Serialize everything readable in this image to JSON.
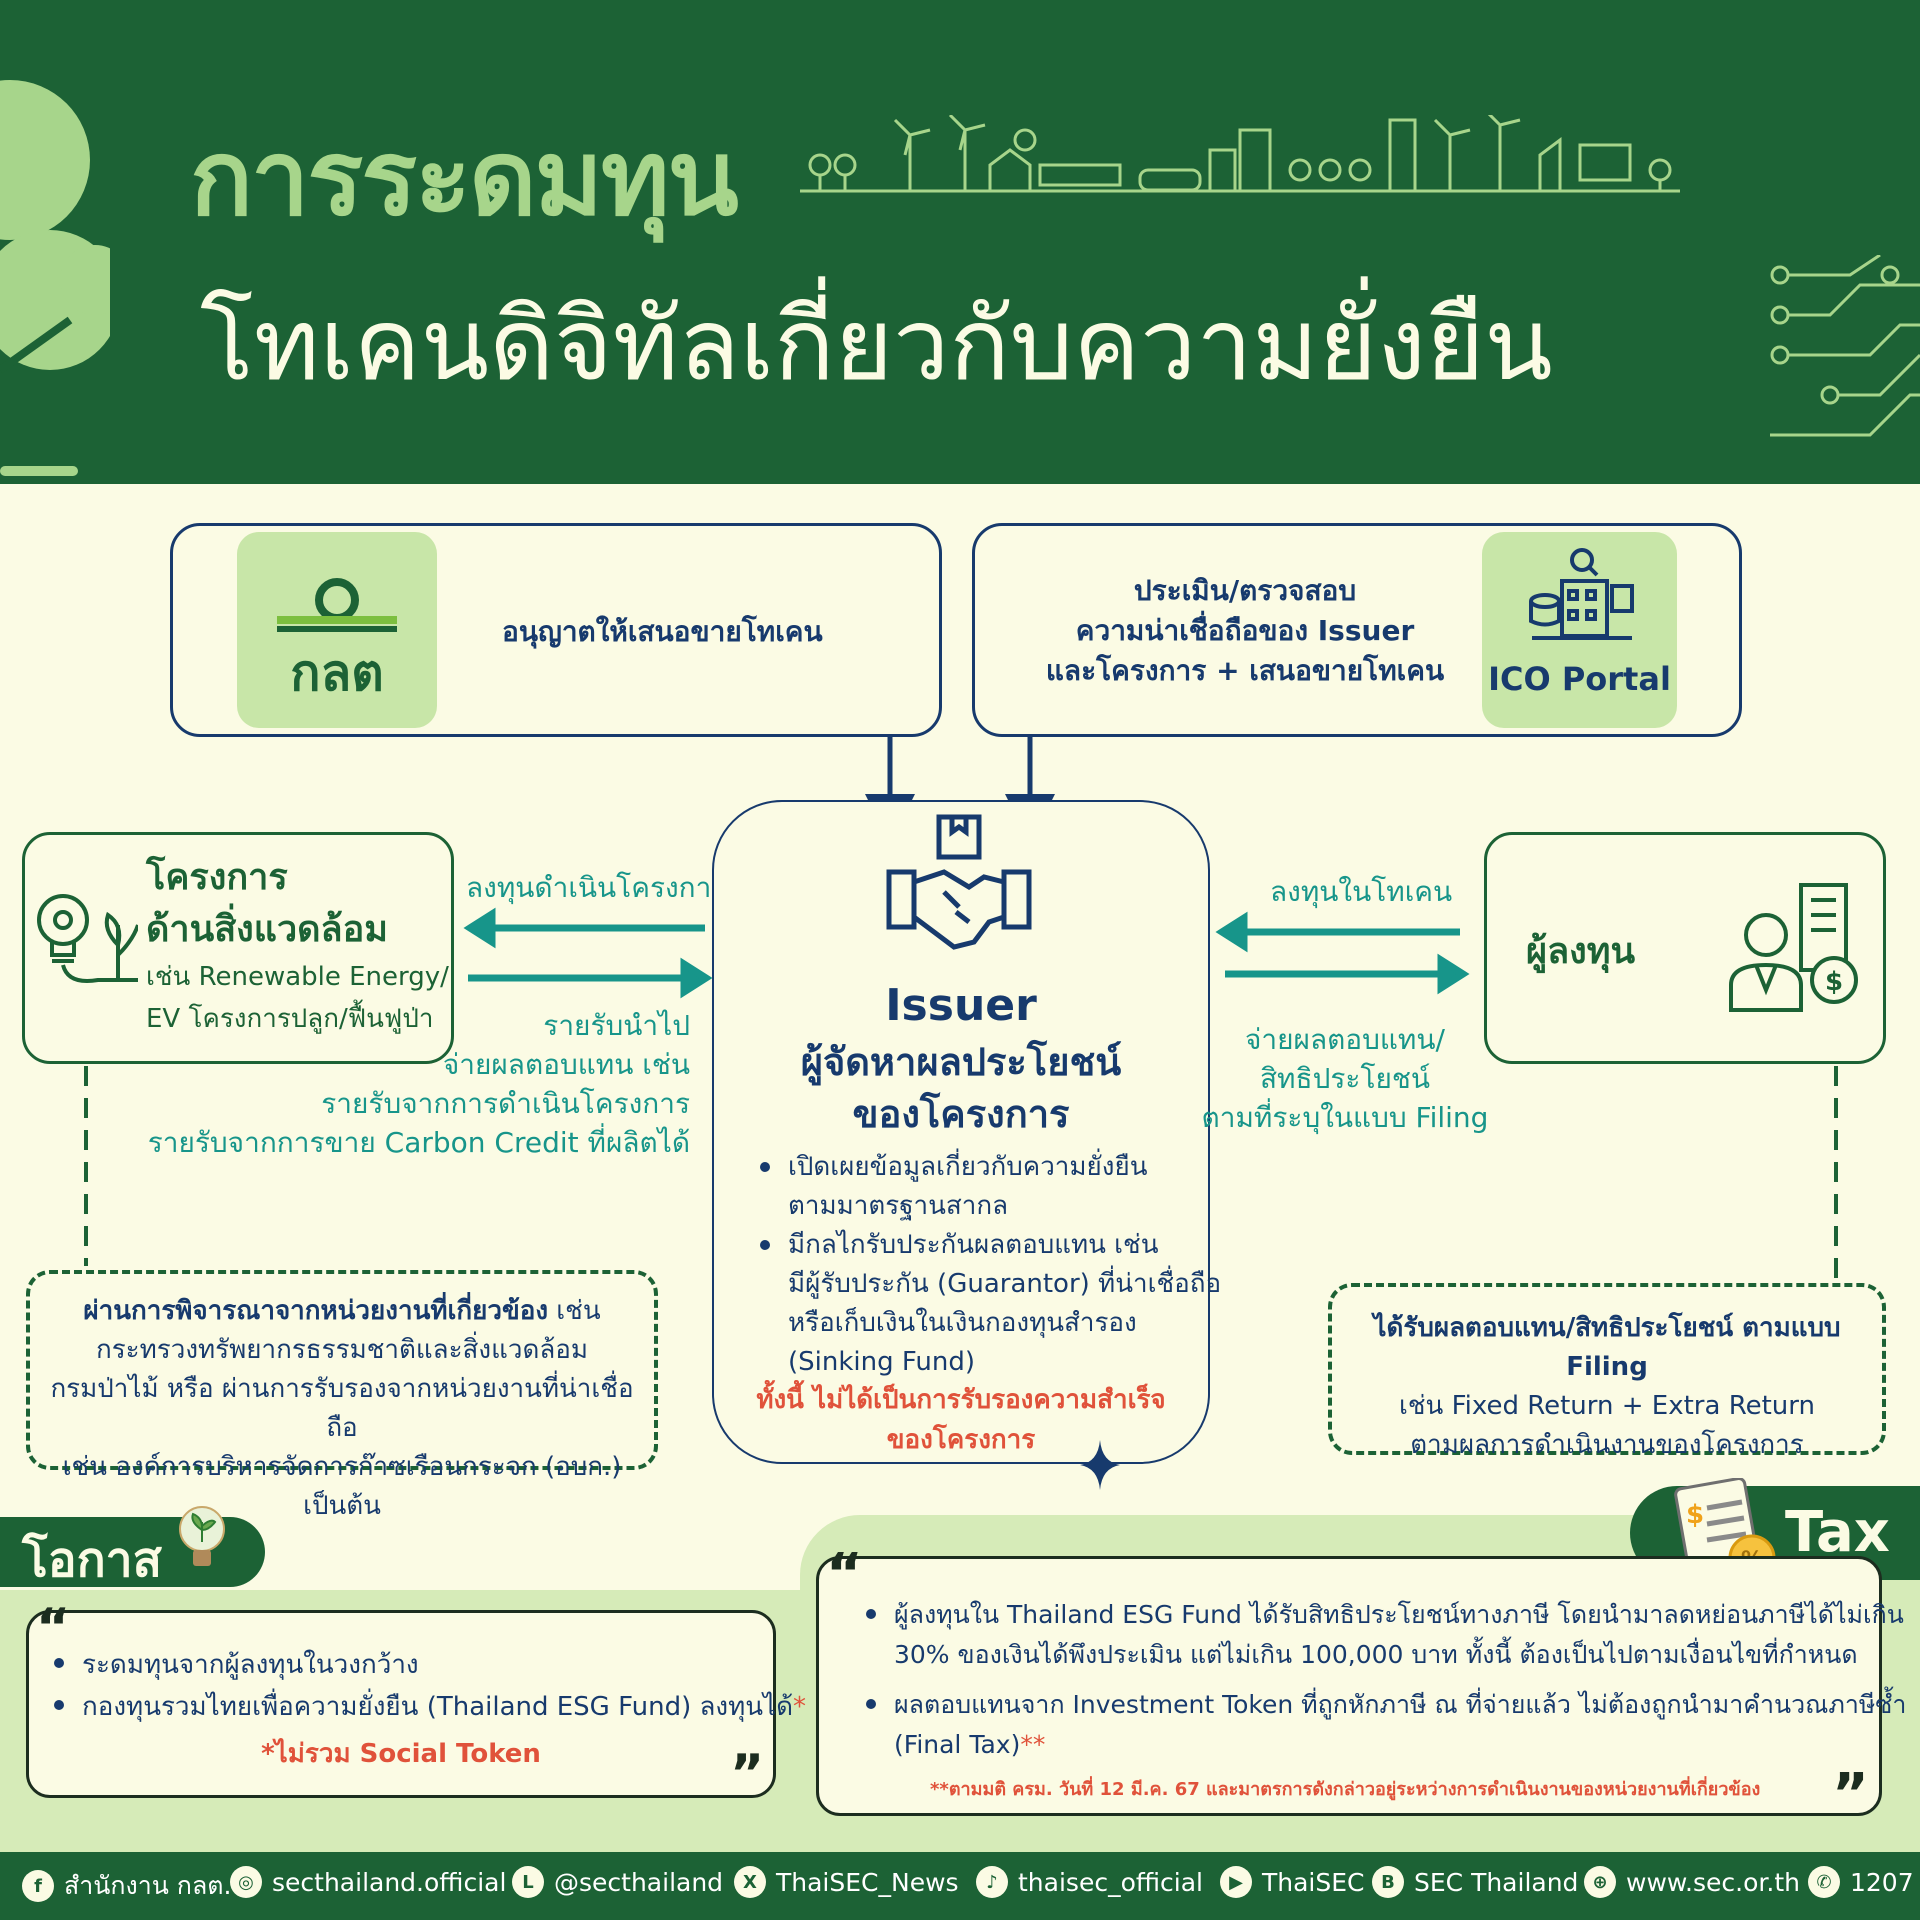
{
  "header": {
    "title_line1": "การระดมทุน",
    "title_line2": "โทเคนดิจิทัลเกี่ยวกับความยั่งยืน"
  },
  "sec": {
    "logo_text": "กลต",
    "label": "อนุญาตให้เสนอขายโทเคน"
  },
  "ico": {
    "label_lines": [
      "ประเมิน/ตรวจสอบ",
      "ความน่าเชื่อถือของ Issuer",
      "และโครงการ + เสนอขายโทเคน"
    ],
    "portal_label": "ICO Portal"
  },
  "project": {
    "title_lines": [
      "โครงการ",
      "ด้านสิ่งแวดล้อม"
    ],
    "desc_lines": [
      "เช่น Renewable Energy/",
      "EV โครงการปลูก/ฟื้นฟูป่า"
    ]
  },
  "flow_left": {
    "invest_label": "ลงทุนดำเนินโครงการ",
    "return_lines": [
      "รายรับนำไป",
      "จ่ายผลตอบแทน  เช่น",
      "รายรับจากการดำเนินโครงการ",
      "รายรับจากการขาย Carbon Credit ที่ผลิตได้"
    ]
  },
  "issuer": {
    "title": "Issuer",
    "subtitle_lines": [
      "ผู้จัดหาผลประโยชน์",
      "ของโครงการ"
    ],
    "bullets": [
      [
        "เปิดเผยข้อมูลเกี่ยวกับความยั่งยืน",
        "ตามมาตรฐานสากล"
      ],
      [
        "มีกลไกรับประกันผลตอบแทน เช่น",
        "มีผู้รับประกัน (Guarantor) ที่น่าเชื่อถือ",
        "หรือเก็บเงินในเงินกองทุนสำรอง",
        "(Sinking Fund)"
      ]
    ],
    "warning_lines": [
      "ทั้งนี้ ไม่ได้เป็นการรับรองความสำเร็จ",
      "ของโครงการ"
    ]
  },
  "flow_right": {
    "invest_label": "ลงทุนในโทเคน",
    "return_lines": [
      "จ่ายผลตอบแทน/",
      "สิทธิประโยชน์",
      "ตามที่ระบุในแบบ Filing"
    ]
  },
  "investor": {
    "label": "ผู้ลงทุน"
  },
  "left_note": {
    "bold": "ผ่านการพิจารณาจากหน่วยงานที่เกี่ยวข้อง",
    "after_bold": " เช่น",
    "lines": [
      "กระทรวงทรัพยากรธรรมชาติและสิ่งแวดล้อม",
      "กรมป่าไม้ หรือ ผ่านการรับรองจากหน่วยงานที่น่าเชื่อถือ",
      "เช่น องค์การบริหารจัดการก๊าซเรือนกระจก (อบก.) เป็นต้น"
    ]
  },
  "right_note": {
    "bold": "ได้รับผลตอบแทน/สิทธิประโยชน์ ตามแบบ Filing",
    "lines": [
      "เช่น Fixed Return + Extra Return",
      "ตามผลการดำเนินงานของโครงการ"
    ]
  },
  "opportunity": {
    "tab_label": "โอกาส",
    "open_quote": "“",
    "close_quote": "”",
    "bullets": [
      "ระดมทุนจากผู้ลงทุนในวงกว้าง",
      "กองทุนรวมไทยเพื่อความยั่งยืน (Thailand ESG Fund) ลงทุนได้"
    ],
    "bullet2_mark": "*",
    "footnote": "*ไม่รวม Social Token"
  },
  "tax": {
    "tab_label": "Tax",
    "open_quote": "“",
    "close_quote": "”",
    "bullet1_lines": [
      "ผู้ลงทุนใน Thailand ESG Fund ได้รับสิทธิประโยชน์ทางภาษี โดยนำมาลดหย่อนภาษีได้ไม่เกิน",
      "30% ของเงินได้พึงประเมิน แต่ไม่เกิน 100,000 บาท ทั้งนี้ ต้องเป็นไปตามเงื่อนไขที่กำหนด"
    ],
    "bullet2_lines": [
      "ผลตอบแทนจาก Investment Token ที่ถูกหักภาษี ณ ที่จ่ายแล้ว ไม่ต้องถูกนำมาคำนวณภาษีซ้ำ",
      "(Final Tax)"
    ],
    "bullet2_mark": "**",
    "footnote": "**ตามมติ ครม. วันที่ 12 มี.ค. 67 และมาตรการดังกล่าวอยู่ระหว่างการดำเนินงานของหน่วยงานที่เกี่ยวข้อง"
  },
  "footer": {
    "facebook": "สำนักงาน กลต.",
    "instagram": "secthailand.official",
    "line": "@secthailand",
    "x": "ThaiSEC_News",
    "tiktok": "thaisec_official",
    "youtube": "ThaiSEC",
    "blockdit": "SEC Thailand",
    "website": "www.sec.or.th",
    "phone": "1207"
  },
  "colors": {
    "dark_green": "#1c6235",
    "light_green": "#a7d58b",
    "navy": "#173a6d",
    "teal": "#17958a",
    "red": "#e0523a",
    "cream": "#fbfbe4"
  }
}
